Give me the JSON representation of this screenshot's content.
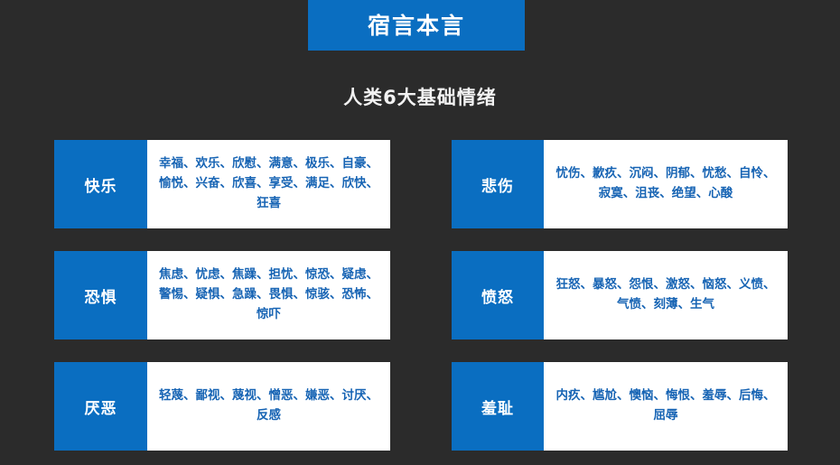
{
  "banner": {
    "title": "宿言本言",
    "background_color": "#0a6ec1",
    "text_color": "#ffffff"
  },
  "subtitle": {
    "text": "人类6大基础情绪",
    "text_color": "#f2f2f2"
  },
  "page": {
    "background_color": "#2b2b2b",
    "card_background_color": "#ffffff",
    "accent_color": "#0a6ec1",
    "body_text_color": "#1764b4"
  },
  "cards": [
    {
      "label": "快乐",
      "terms": "幸福、欢乐、欣慰、满意、极乐、自豪、愉悦、兴奋、欣喜、享受、满足、欣快、狂喜"
    },
    {
      "label": "悲伤",
      "terms": "忧伤、歉疚、沉闷、阴郁、忧愁、自怜、寂寞、沮丧、绝望、心酸"
    },
    {
      "label": "恐惧",
      "terms": "焦虑、忧虑、焦躁、担忧、惊恐、疑虑、警惕、疑惧、急躁、畏惧、惊骇、恐怖、惊吓"
    },
    {
      "label": "愤怒",
      "terms": "狂怒、暴怒、怨恨、激怒、恼怒、义愤、气愤、刻薄、生气"
    },
    {
      "label": "厌恶",
      "terms": "轻蔑、鄙视、蔑视、憎恶、嫌恶、讨厌、反感"
    },
    {
      "label": "羞耻",
      "terms": "内疚、尴尬、懊恼、悔恨、羞辱、后悔、屈辱"
    }
  ]
}
